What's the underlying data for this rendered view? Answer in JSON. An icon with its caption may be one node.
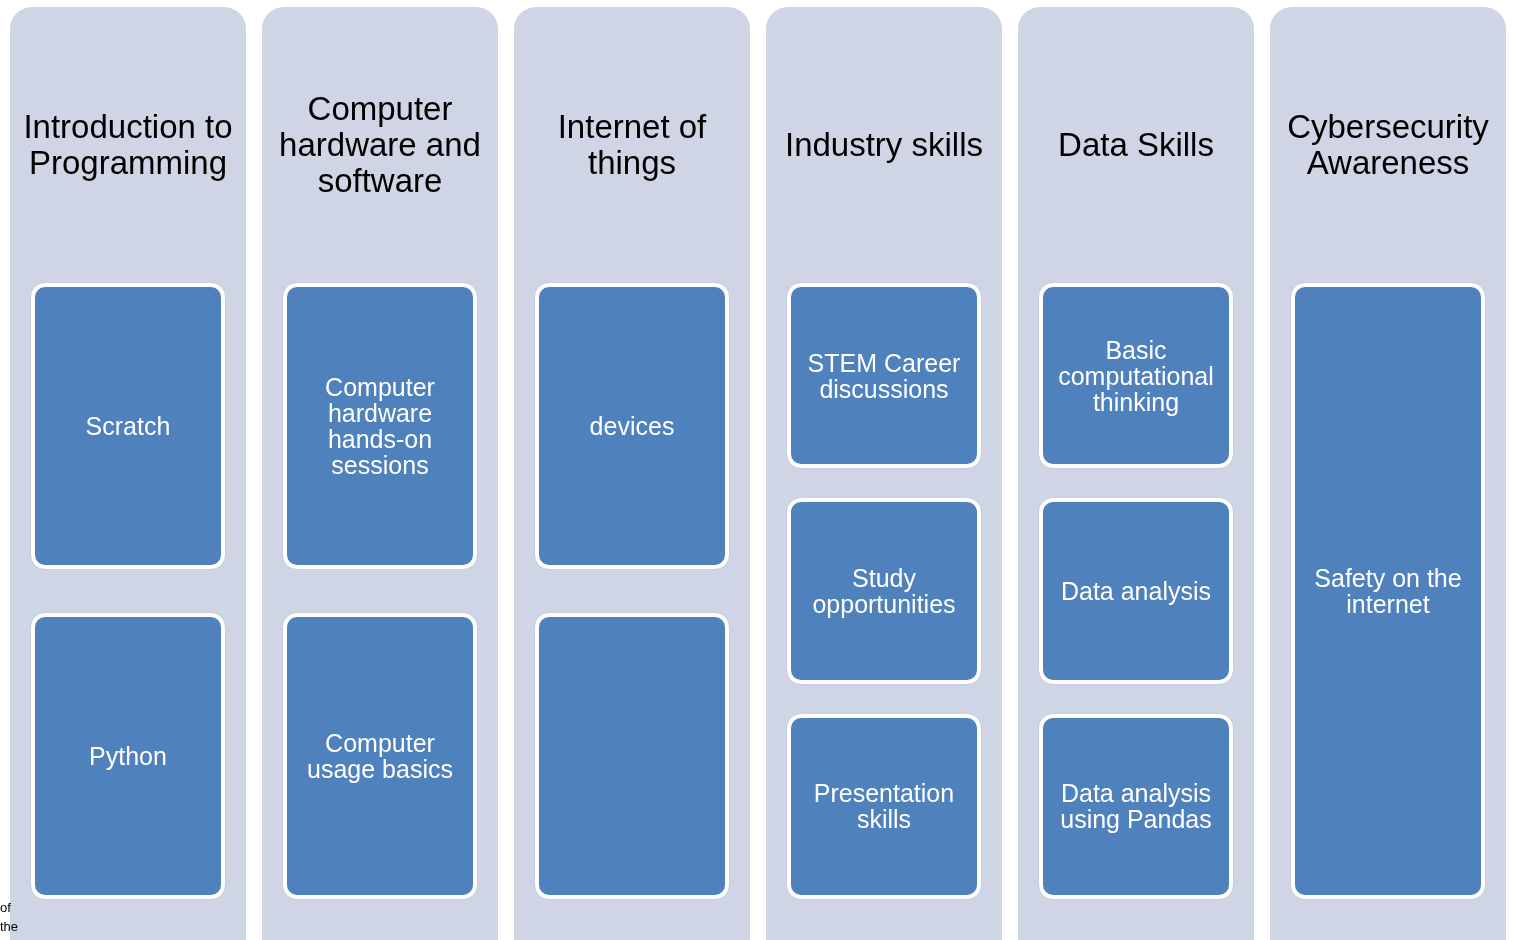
{
  "diagram": {
    "nodes": [
      {
        "text": [
          "Introduction to Programming"
        ]
      },
      {
        "text": [
          "Scratch"
        ],
        "in": 0
      },
      {
        "text": [
          "Python"
        ],
        "in": 0
      },
      {
        "text": [
          "Computer hardware and software"
        ]
      },
      {
        "text": [
          "Computer hardware hands-on sessions"
        ],
        "in": 3
      },
      {
        "text": [
          "Computer usage basics"
        ],
        "in": 3
      },
      {
        "text": [
          "Internet of things"
        ]
      },
      {
        "text": [
          "devices"
        ],
        "in": 6
      },
      {
        "text": [],
        "shape": "box",
        "in": 6
      },
      {
        "text": [
          "Industry skills"
        ]
      },
      {
        "text": [
          "STEM Career discussions"
        ],
        "in": 9
      },
      {
        "text": [
          "Study opportunities"
        ],
        "in": 9
      },
      {
        "text": [
          "Presentation skills"
        ],
        "in": 9
      },
      {
        "text": [
          "Data Skills"
        ]
      },
      {
        "text": [
          "Basic computational thinking"
        ],
        "in": 13
      },
      {
        "text": [
          "Data analysis"
        ],
        "in": 13
      },
      {
        "text": [
          "Data analysis using Pandas"
        ],
        "in": 13
      },
      {
        "text": [
          "Cybersecurity Awareness"
        ]
      },
      {
        "text": [
          "Safety on the internet"
        ],
        "in": 17
      }
    ],
    "labels": [
      "of",
      "the"
    ]
  }
}
